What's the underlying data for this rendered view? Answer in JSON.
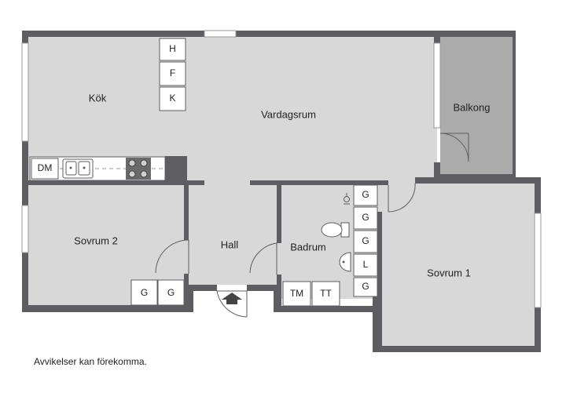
{
  "rooms": {
    "kok": "Kök",
    "vardagsrum": "Vardagsrum",
    "balkong": "Balkong",
    "sovrum2": "Sovrum 2",
    "hall": "Hall",
    "badrum": "Badrum",
    "sovrum1": "Sovrum 1"
  },
  "fixtures": {
    "kitchen_h": "H",
    "kitchen_f": "F",
    "kitchen_k": "K",
    "dishwasher": "DM",
    "closet_g1": "G",
    "closet_g2": "G",
    "washer": "TM",
    "dryer": "TT",
    "bath_g1": "G",
    "bath_g2": "G",
    "bath_g3": "G",
    "bath_l": "L",
    "bath_g4": "G"
  },
  "disclaimer": "Avvikelser kan förekomma.",
  "colors": {
    "wall": "#5d5d62",
    "floor": "#d8d8d8",
    "balcony": "#ababab",
    "fixture": "#ffffff"
  }
}
